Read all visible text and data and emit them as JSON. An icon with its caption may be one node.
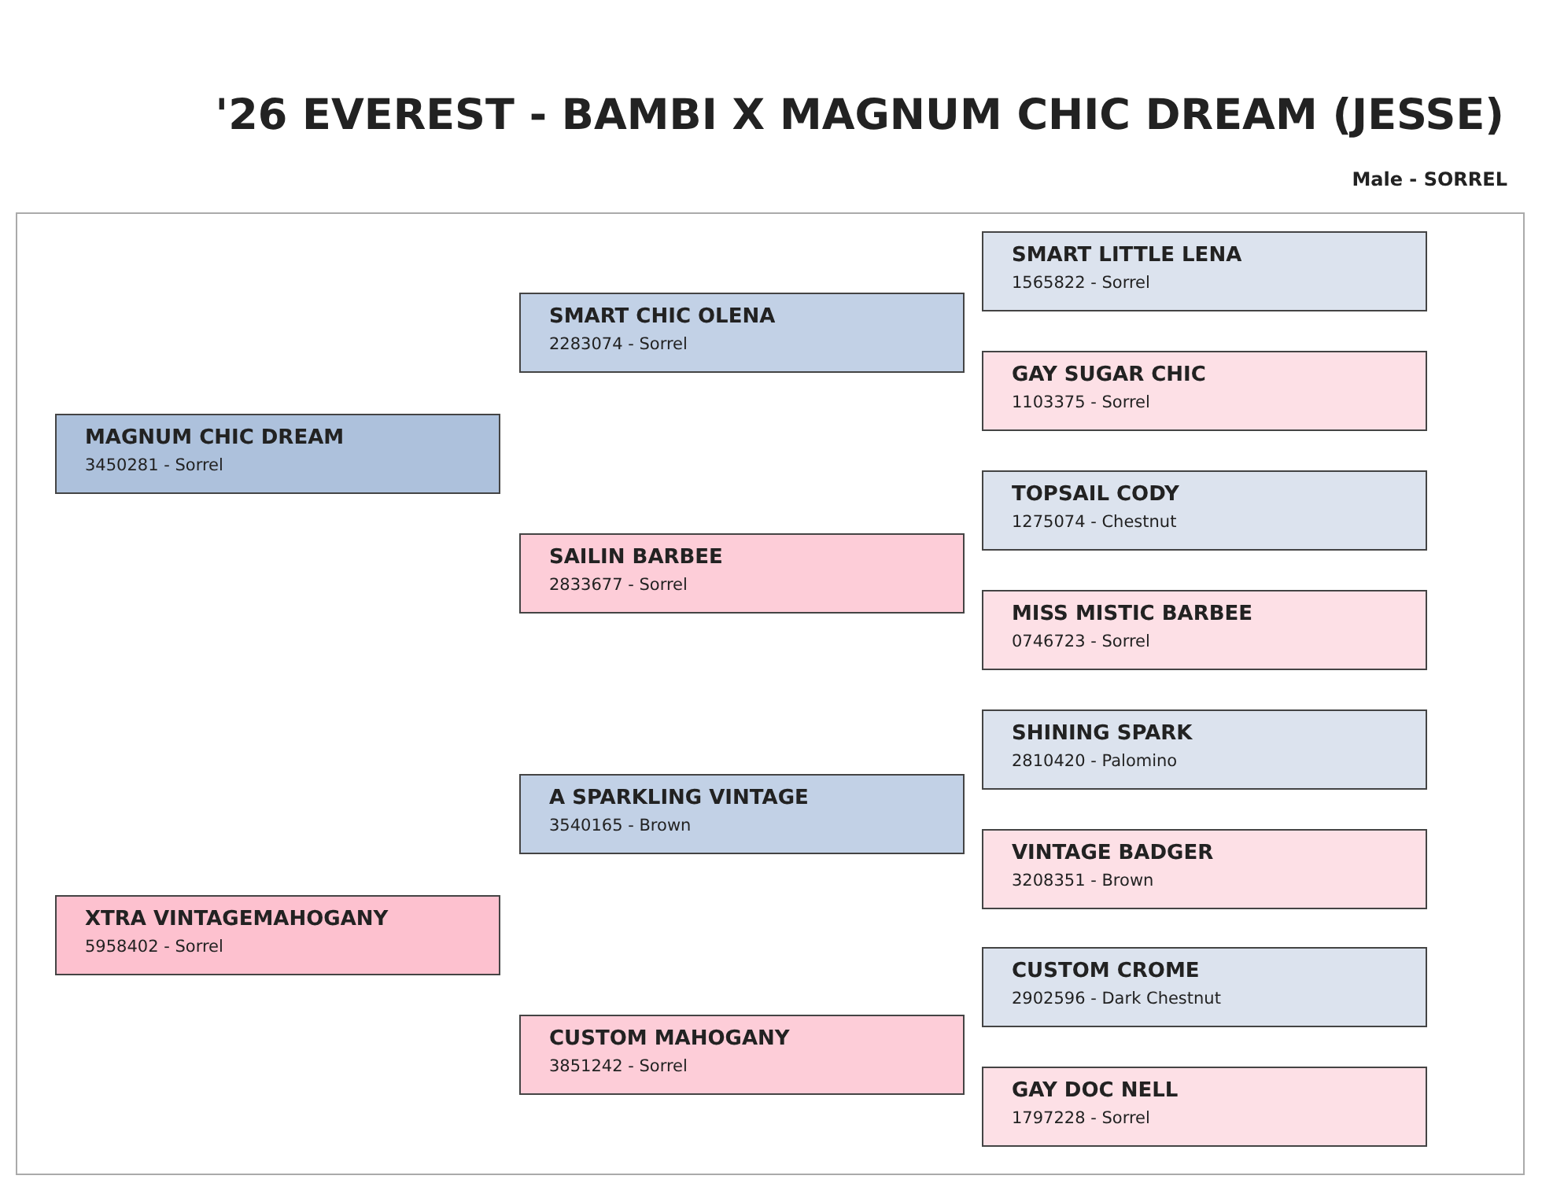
{
  "diagram": {
    "title": "'26 EVEREST - BAMBI X MAGNUM CHIC DREAM (JESSE)",
    "nodes": [
      {
        "text": [
          "MAGNUM CHIC DREAM",
          "3450281 - Sorrel"
        ]
      },
      {
        "text": [
          "XTRA VINTAGEMAHOGANY",
          "5958402 - Sorrel"
        ]
      },
      {
        "text": [
          "SMART CHIC OLENA",
          "2283074 - Sorrel"
        ]
      },
      {
        "text": [
          "SAILIN BARBEE",
          "2833677 - Sorrel"
        ]
      },
      {
        "text": [
          "A SPARKLING VINTAGE",
          "3540165 - Brown"
        ]
      },
      {
        "text": [
          "CUSTOM MAHOGANY",
          "3851242 - Sorrel"
        ]
      },
      {
        "text": [
          "SMART LITTLE LENA",
          "1565822 - Sorrel"
        ]
      },
      {
        "text": [
          "GAY SUGAR CHIC",
          "1103375 - Sorrel"
        ]
      },
      {
        "text": [
          "TOPSAIL CODY",
          "1275074 - Chestnut"
        ]
      },
      {
        "text": [
          "MISS MISTIC BARBEE",
          "0746723 - Sorrel"
        ]
      },
      {
        "text": [
          "SHINING SPARK",
          "2810420 - Palomino"
        ]
      },
      {
        "text": [
          "VINTAGE BADGER",
          "3208351 - Brown"
        ]
      },
      {
        "text": [
          "CUSTOM CROME",
          "2902596 - Dark Chestnut"
        ]
      },
      {
        "text": [
          "GAY DOC NELL",
          "1797228 - Sorrel"
        ]
      }
    ],
    "labels": [
      "Male - SORREL"
    ]
  }
}
